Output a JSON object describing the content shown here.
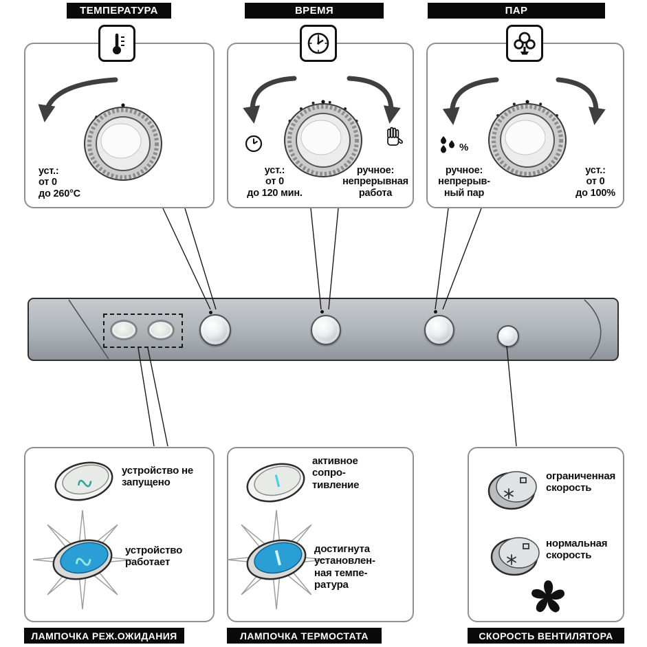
{
  "colors": {
    "arrow_gray": "#3f3f3f",
    "lamp_blue": "#2a9fd6",
    "glyph_teal": "#2ea79b",
    "glyph_teal_light": "#8fe9dc",
    "glyph_cyan": "#49cfe0",
    "glyph_cyan_light": "#cdf5fa"
  },
  "sections": {
    "temperature": {
      "header": "ТЕМПЕРАТУРА",
      "range_note": [
        "уст.:",
        "от 0",
        "до 260°C"
      ]
    },
    "time": {
      "header": "ВРЕМЯ",
      "set_note": [
        "уст.:",
        "от 0",
        "до 120 мин."
      ],
      "manual_note": [
        "ручное:",
        "непрерывная",
        "работа"
      ]
    },
    "steam": {
      "header": "ПАР",
      "manual_note": [
        "ручное:",
        "непрерыв-",
        "ный пар"
      ],
      "percent_label": "%",
      "set_note": [
        "уст.:",
        "от 0",
        "до 100%"
      ]
    }
  },
  "standby": {
    "label": "ЛАМПОЧКА РЕЖ.ОЖИДАНИЯ",
    "off_note": [
      "устройство не",
      "запущено"
    ],
    "on_note": [
      "устройство",
      "работает"
    ]
  },
  "thermostat": {
    "label": "ЛАМПОЧКА ТЕРМОСТАТА",
    "active_note": [
      "активное",
      "сопро-",
      "тивление"
    ],
    "reached_note": [
      "достигнута",
      "установлен-",
      "ная темпе-",
      "ратура"
    ]
  },
  "fan": {
    "label": "СКОРОСТЬ ВЕНТИЛЯТОРА",
    "limited_note": [
      "ограниченная",
      "скорость"
    ],
    "normal_note": [
      "нормальная",
      "скорость"
    ]
  }
}
